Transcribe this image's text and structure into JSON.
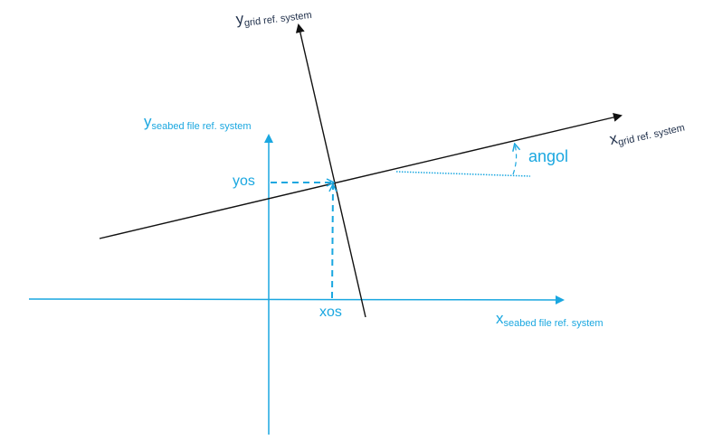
{
  "colors": {
    "seabed_axes": "#1aa7e0",
    "grid_axes": "#111111",
    "grid_labels": "#1f2f4a"
  },
  "labels": {
    "y_grid": {
      "main": "y",
      "sub": "grid ref. system"
    },
    "x_grid": {
      "main": "x",
      "sub": "grid ref. system"
    },
    "y_seabed": {
      "main": "y",
      "sub": "seabed file ref. system"
    },
    "x_seabed": {
      "main": "x",
      "sub": "seabed file ref. system"
    },
    "yos": "yos",
    "xos": "xos",
    "angle": "angol"
  }
}
